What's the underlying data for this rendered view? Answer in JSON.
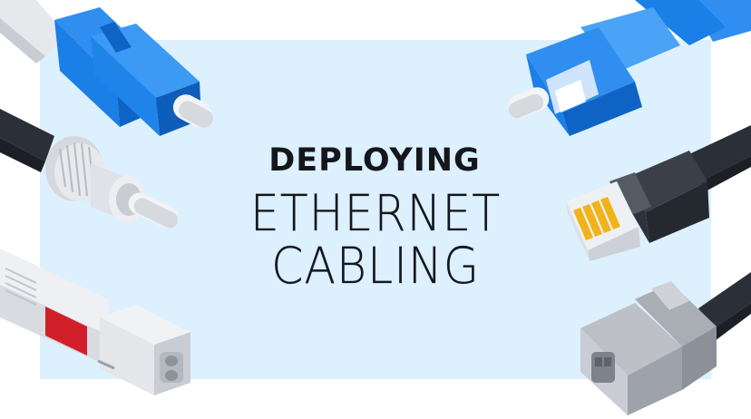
{
  "banner": {
    "line1": "DEPLOYING",
    "line2": "ETHERNET",
    "line3": "CABLING"
  },
  "colors": {
    "panel": "#dcf0fd",
    "text": "#15161c",
    "connector_blue": "#1a7fe6",
    "cable_dark": "#2b2f37",
    "connector_grey": "#b9bcc2",
    "label_red": "#d11f2a",
    "rj45_gold": "#f2b31a"
  },
  "connectors": [
    {
      "type": "lc-connector-icon"
    },
    {
      "type": "sc-connector-icon"
    },
    {
      "type": "st-connector-icon"
    },
    {
      "type": "rj45-connector-icon"
    },
    {
      "type": "sfp-module-icon"
    },
    {
      "type": "mpo-connector-icon"
    }
  ]
}
